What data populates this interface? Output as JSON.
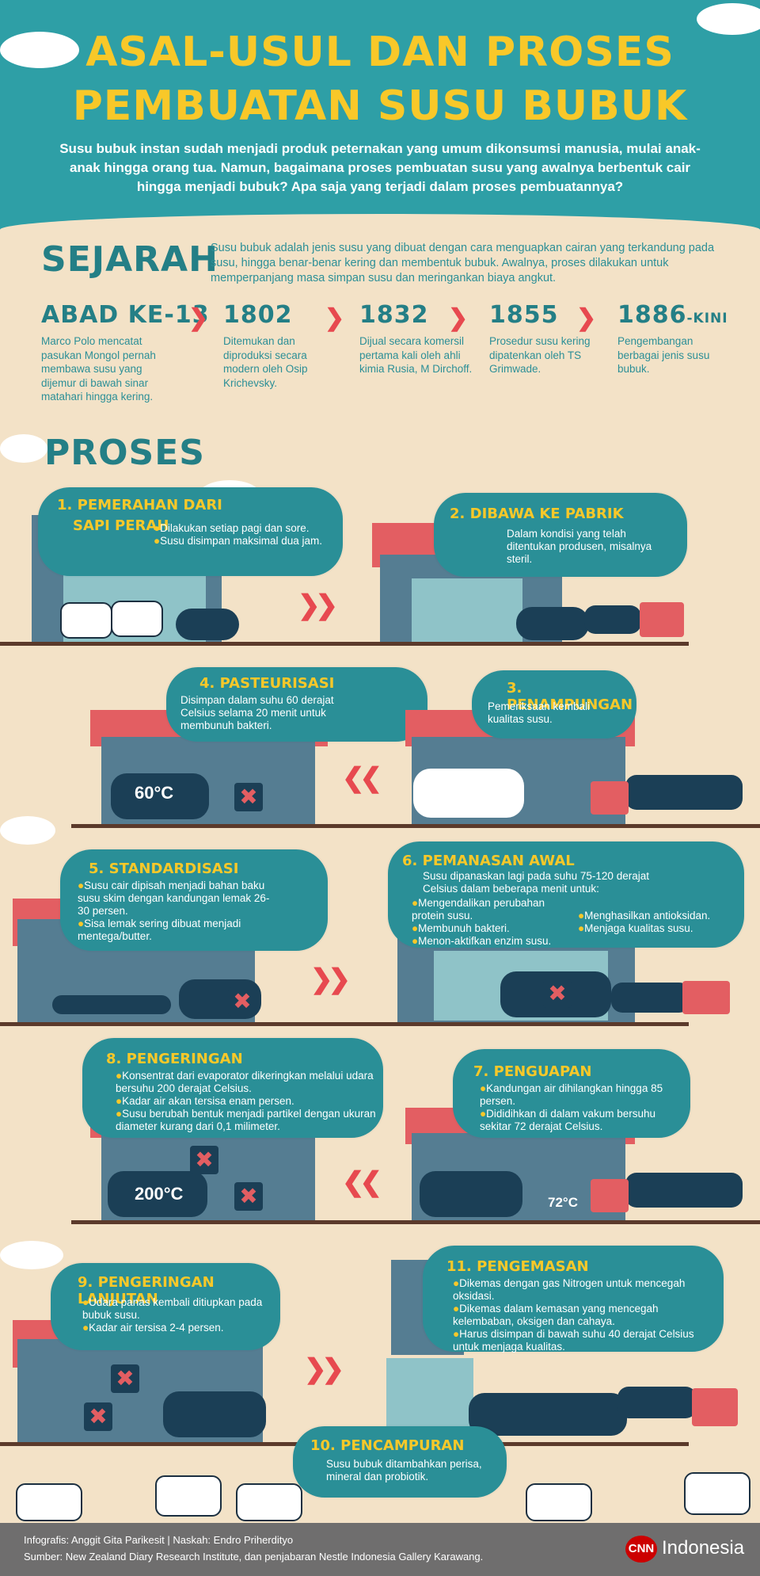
{
  "header": {
    "title_line1": "ASAL-USUL DAN PROSES",
    "title_line2": "PEMBUATAN SUSU BUBUK",
    "intro": "Susu bubuk instan sudah menjadi produk peternakan yang umum dikonsumsi manusia, mulai anak-anak hingga orang tua. Namun, bagaimana proses pembuatan susu yang awalnya berbentuk cair hingga menjadi bubuk? Apa saja yang terjadi dalam proses pembuatannya?"
  },
  "sejarah": {
    "title": "SEJARAH",
    "description": "Susu bubuk adalah jenis susu yang dibuat dengan cara menguapkan cairan yang terkandung pada susu, hingga benar-benar kering dan membentuk bubuk. Awalnya, proses dilakukan untuk memperpanjang masa simpan susu dan meringankan biaya angkut.",
    "timeline": [
      {
        "year": "ABAD KE-13",
        "suffix": "",
        "text": "Marco Polo mencatat pasukan Mongol pernah membawa susu yang dijemur di bawah sinar matahari hingga kering."
      },
      {
        "year": "1802",
        "suffix": "",
        "text": "Ditemukan dan diproduksi secara modern oleh Osip Krichevsky."
      },
      {
        "year": "1832",
        "suffix": "",
        "text": "Dijual secara komersil pertama kali oleh ahli kimia Rusia, M Dirchoff."
      },
      {
        "year": "1855",
        "suffix": "",
        "text": "Prosedur susu kering dipatenkan oleh TS Grimwade."
      },
      {
        "year": "1886",
        "suffix": "-KINI",
        "text": "Pengembangan berbagai jenis susu bubuk."
      }
    ]
  },
  "proses": {
    "title": "PROSES",
    "steps": {
      "s1": {
        "title_a": "1. PEMERAHAN DARI",
        "title_b": "SAPI PERAH",
        "bullets": [
          "Dilakukan setiap pagi dan sore.",
          "Susu disimpan maksimal dua jam."
        ]
      },
      "s2": {
        "title": "2. DIBAWA KE PABRIK",
        "text": "Dalam kondisi yang telah ditentukan produsen, misalnya steril."
      },
      "s3": {
        "title": "3. PENAMPUNGAN",
        "text": "Pemeriksaan kembali kualitas susu."
      },
      "s4": {
        "title": "4. PASTEURISASI",
        "text": "Disimpan dalam suhu 60 derajat Celsius selama 20 menit untuk membunuh bakteri.",
        "temp": "60°C"
      },
      "s5": {
        "title": "5. STANDARDISASI",
        "bullets": [
          "Susu cair dipisah menjadi bahan baku susu skim dengan kandungan lemak 26-30 persen.",
          "Sisa lemak sering dibuat menjadi mentega/butter."
        ]
      },
      "s6": {
        "title": "6. PEMANASAN AWAL",
        "text": "Susu dipanaskan lagi pada suhu 75-120 derajat Celsius dalam beberapa menit untuk:",
        "bullets_left": [
          "Mengendalikan perubahan protein susu.",
          "Membunuh bakteri.",
          "Menon-aktifkan enzim susu."
        ],
        "bullets_right": [
          "Menghasilkan antioksidan.",
          "Menjaga kualitas susu."
        ]
      },
      "s7": {
        "title": "7. PENGUAPAN",
        "bullets": [
          "Kandungan air dihilangkan hingga 85 persen.",
          "Dididihkan di dalam vakum bersuhu sekitar 72 derajat Celsius."
        ],
        "temp": "72°C"
      },
      "s8": {
        "title": "8. PENGERINGAN",
        "bullets": [
          "Konsentrat dari evaporator dikeringkan melalui udara bersuhu 200 derajat Celsius.",
          "Kadar air akan tersisa enam persen.",
          "Susu berubah bentuk menjadi partikel dengan ukuran diameter kurang dari 0,1 milimeter."
        ],
        "temp": "200°C"
      },
      "s9": {
        "title": "9. PENGERINGAN LANJUTAN",
        "bullets": [
          "Udara panas kembali ditiupkan pada bubuk susu.",
          "Kadar air tersisa 2-4 persen."
        ]
      },
      "s10": {
        "title": "10. PENCAMPURAN",
        "text": "Susu bubuk ditambahkan perisa, mineral dan probiotik."
      },
      "s11": {
        "title": "11. PENGEMASAN",
        "bullets": [
          "Dikemas dengan gas Nitrogen untuk mencegah oksidasi.",
          "Dikemas dalam kemasan yang mencegah kelembaban, oksigen dan cahaya.",
          "Harus disimpan di bawah suhu 40 derajat Celsius untuk menjaga kualitas."
        ]
      }
    }
  },
  "footer": {
    "credit": "Infografis: Anggit Gita Parikesit | Naskah: Endro Priherdityo",
    "source": "Sumber: New Zealand Diary Research Institute, dan penjabaran Nestle Indonesia Gallery Karawang.",
    "logo": "CNN",
    "brand": "Indonesia"
  },
  "colors": {
    "teal": "#2e9fa6",
    "yellow": "#f8c829",
    "red": "#e35e62",
    "navy": "#1b3f56",
    "beige": "#f3e2c7"
  },
  "icons": {
    "arrow": "double-chevron",
    "fan": "fan-icon",
    "thermometer": "thermometer-icon"
  }
}
